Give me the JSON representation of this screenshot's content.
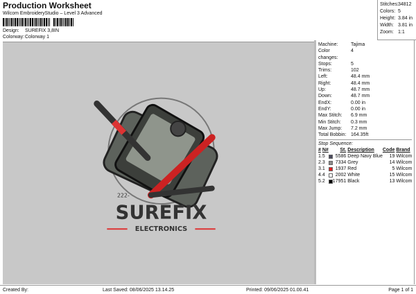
{
  "header": {
    "title": "Production Worksheet",
    "subtitle": "Wilcom EmbroideryStudio – Level 3 Advanced",
    "design_label": "Design:",
    "design_value": "SUREFIX 3,8IN",
    "colorway_label": "Colorway:",
    "colorway_value": "Colorway 1"
  },
  "summary": [
    {
      "k": "Stitches:",
      "v": "34812"
    },
    {
      "k": "Colors:",
      "v": "5"
    },
    {
      "k": "Height:",
      "v": "3.84 in"
    },
    {
      "k": "Width:",
      "v": "3.81 in"
    },
    {
      "k": "Zoom:",
      "v": "1:1"
    }
  ],
  "stats": [
    {
      "k": "Machine:",
      "v": "Tajima"
    },
    {
      "k": "Color changes:",
      "v": "4"
    },
    {
      "k": "Stops:",
      "v": "5"
    },
    {
      "k": "Trims:",
      "v": "102"
    },
    {
      "k": "Left:",
      "v": "48.4 mm"
    },
    {
      "k": "Right:",
      "v": "48.4 mm"
    },
    {
      "k": "Up:",
      "v": "48.7 mm"
    },
    {
      "k": "Down:",
      "v": "48.7 mm"
    },
    {
      "k": "EndX:",
      "v": "0.00 in"
    },
    {
      "k": "EndY:",
      "v": "0.00 in"
    },
    {
      "k": "Max Stitch:",
      "v": "6.9 mm"
    },
    {
      "k": "Min Stitch:",
      "v": "0.3 mm"
    },
    {
      "k": "Max Jump:",
      "v": "7.2 mm"
    },
    {
      "k": "Total Bobbin:",
      "v": "164.35ft"
    }
  ],
  "stops": {
    "title": "Stop Sequence:",
    "headers": [
      "#",
      "N#",
      "St.",
      "Description",
      "Code",
      "Brand"
    ],
    "rows": [
      {
        "n": "1.",
        "needle": "5",
        "color": "#4a4a5e",
        "st": "5586",
        "desc": "Deep Navy Blue",
        "code": "19",
        "brand": "Wilcom"
      },
      {
        "n": "2.",
        "needle": "3",
        "color": "#8c8c8c",
        "st": "7334",
        "desc": "Grey",
        "code": "14",
        "brand": "Wilcom"
      },
      {
        "n": "3.",
        "needle": "1",
        "color": "#e02020",
        "st": "1937",
        "desc": "Red",
        "code": "5",
        "brand": "Wilcom"
      },
      {
        "n": "4.",
        "needle": "4",
        "color": "#ffffff",
        "st": "2002",
        "desc": "White",
        "code": "15",
        "brand": "Wilcom"
      },
      {
        "n": "5.",
        "needle": "2",
        "color": "#000000",
        "st": "17951",
        "desc": "Black",
        "code": "13",
        "brand": "Wilcom"
      }
    ]
  },
  "design": {
    "logo_text": "SUREFIX",
    "logo_sub": "ELECTRONICS",
    "small_text": "222-"
  },
  "footer": {
    "created_by": "Created By:",
    "last_saved": "Last Saved: 08/06/2025 13.14.25",
    "printed": "Printed: 09/06/2025 01.00.41",
    "page": "Page 1 of 1"
  }
}
